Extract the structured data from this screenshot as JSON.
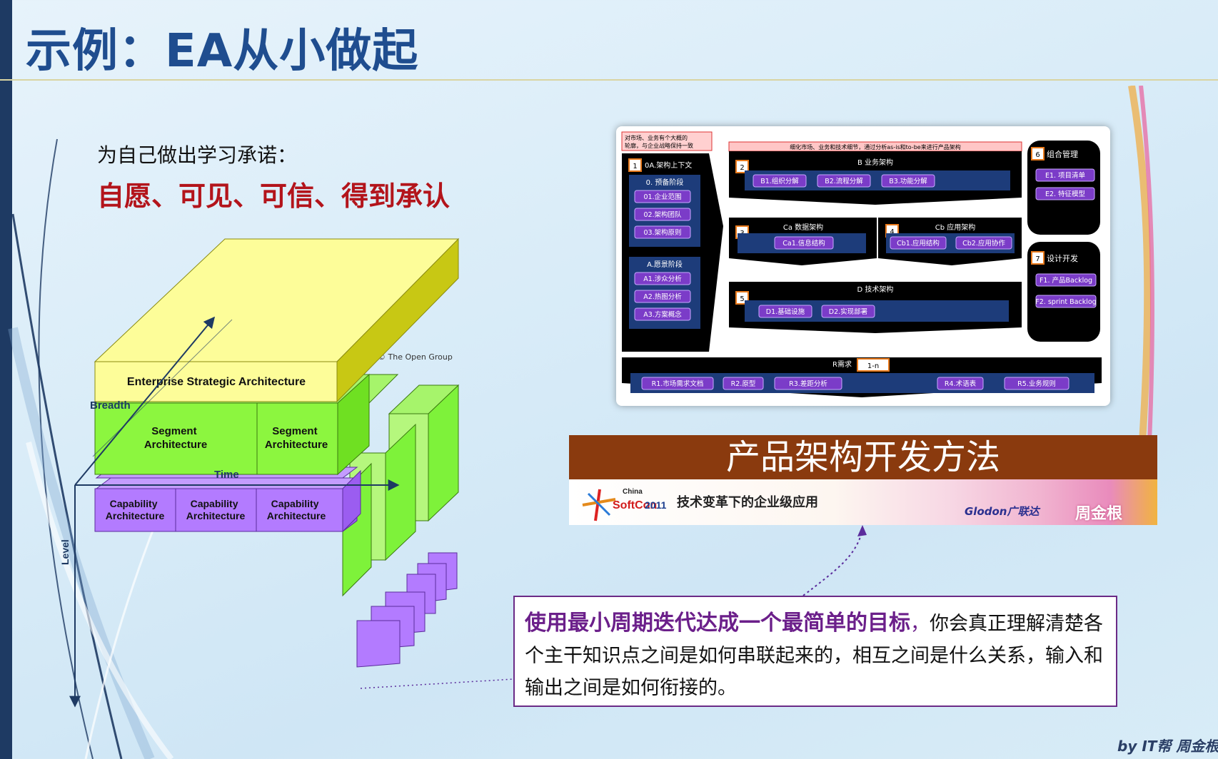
{
  "slide": {
    "title": "示例：EA从小做起",
    "commitment": {
      "label": "为自己做出学习承诺：",
      "values": "自愿、可见、可信、得到承认"
    }
  },
  "ea_figure": {
    "copyright": "© The Open Group",
    "axes": {
      "breadth": "Breadth",
      "time": "Time",
      "level": "Level"
    },
    "layers": {
      "strategic": "Enterprise Strategic Architecture",
      "segments": [
        "Segment\nArchitecture",
        "Segment\nArchitecture"
      ],
      "capabilities": [
        "Capability\nArchitecture",
        "Capability\nArchitecture",
        "Capability\nArchitecture"
      ]
    },
    "colors": {
      "strategic": "#fdfd99",
      "segment": "#8cf63f",
      "capability": "#b37bff"
    }
  },
  "product_architecture": {
    "banner": "产品架构开发方法",
    "header_note_left": "对市场、业务有个大概的轮廓，与企业战略保持一致",
    "header_note_center": "细化市场、业务和技术细节，通过分析as-is和to-be来进行产品架构",
    "sections": [
      {
        "num": "1",
        "title": "0A.架构上下文",
        "groups": [
          {
            "title": "0. 预备阶段",
            "items": [
              "01.企业范围",
              "02.架构团队",
              "03.架构原则"
            ]
          },
          {
            "title": "A.愿景阶段",
            "items": [
              "A1.涉众分析",
              "A2.热图分析",
              "A3.方案概念"
            ]
          }
        ]
      },
      {
        "num": "2",
        "title": "B 业务架构",
        "items": [
          "B1.组织分解",
          "B2.流程分解",
          "B3.功能分解"
        ]
      },
      {
        "num": "3",
        "title": "Ca 数据架构",
        "items": [
          "Ca1.信息结构"
        ]
      },
      {
        "num": "4",
        "title": "Cb 应用架构",
        "items": [
          "Cb1.应用结构",
          "Cb2.应用协作"
        ]
      },
      {
        "num": "5",
        "title": "D 技术架构",
        "items": [
          "D1.基础设施",
          "D2.实现部署"
        ]
      },
      {
        "num": "6",
        "title": "组合管理",
        "items": [
          "E1. 项目清单",
          "E2. 特征模型"
        ]
      },
      {
        "num": "7",
        "title": "设计开发",
        "items": [
          "F1. 产品Backlog",
          "F2. sprint Backlog"
        ]
      }
    ],
    "requirements": {
      "title": "R需求",
      "tag": "1-n",
      "items": [
        "R1.市场需求文档",
        "R2.原型",
        "R3.差距分析",
        "R4.术语表",
        "R5.业务规则"
      ]
    }
  },
  "conference": {
    "logo_top": "China",
    "logo_main": "SoftCon",
    "logo_year": "2011",
    "slogan": "技术变革下的企业级应用",
    "sponsor": "Glodon广联达",
    "speaker": "周金根"
  },
  "callout": {
    "emphasis": "使用最小周期迭代达成一个最简单的目标",
    "comma": "，",
    "text": "你会真正理解清楚各个主干知识点之间是如何串联起来的，相互之间是什么关系，输入和输出之间是如何衔接的。"
  },
  "signature": "by IT帮 周金根"
}
